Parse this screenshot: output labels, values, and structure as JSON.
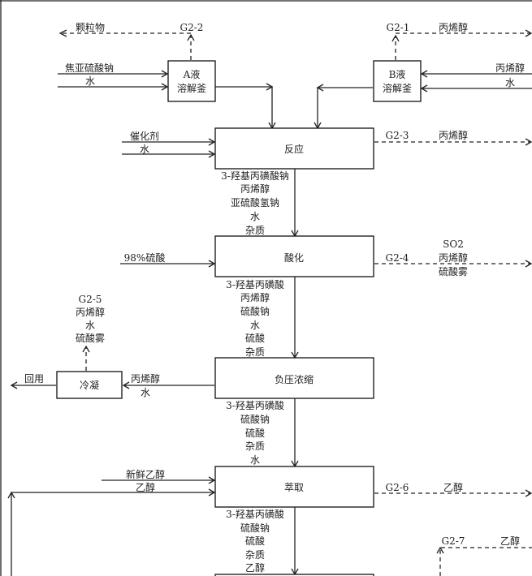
{
  "diagram": {
    "colors": {
      "line": "#222222",
      "box_border": "#111111",
      "text": "#222222",
      "background": "#ffffff"
    },
    "units": {
      "dissolver_a": {
        "line1": "A液",
        "line2": "溶解釜"
      },
      "dissolver_b": {
        "line1": "B液",
        "line2": "溶解釜"
      },
      "reaction": "反应",
      "acidification": "酸化",
      "vacuum_concentration": "负压浓缩",
      "condenser": "冷凝",
      "extraction": "萃取"
    },
    "inputs": {
      "dissolver_a": [
        "焦亚硫酸钠",
        "水"
      ],
      "dissolver_b": [
        "丙烯醇",
        "水"
      ],
      "reaction": [
        "催化剂",
        "水"
      ],
      "acidification": [
        "98%硫酸"
      ],
      "extraction": [
        "新鲜乙醇",
        "乙醇"
      ]
    },
    "emissions": {
      "g2_1": {
        "id": "G2-1",
        "items": [
          "丙烯醇"
        ]
      },
      "g2_2": {
        "id": "G2-2",
        "items": [
          "颗粒物"
        ]
      },
      "g2_3": {
        "id": "G2-3",
        "items": [
          "丙烯醇"
        ]
      },
      "g2_4": {
        "id": "G2-4",
        "items": [
          "SO2",
          "丙烯醇",
          "硫酸雾"
        ]
      },
      "g2_5": {
        "id": "G2-5",
        "items": [
          "丙烯醇",
          "水",
          "硫酸雾"
        ]
      },
      "g2_6": {
        "id": "G2-6",
        "items": [
          "乙醇"
        ]
      },
      "g2_7": {
        "id": "G2-7",
        "items": [
          "乙醇"
        ]
      }
    },
    "streams": {
      "reaction_to_acidification": [
        "3-羟基丙磺酸钠",
        "丙烯醇",
        "亚硫酸氢钠",
        "水",
        "杂质"
      ],
      "acidification_to_concentration": [
        "3-羟基丙磺酸",
        "丙烯醇",
        "硫酸钠",
        "水",
        "硫酸",
        "杂质"
      ],
      "concentration_to_condenser": [
        "丙烯醇",
        "水"
      ],
      "condenser_out": "回用",
      "concentration_to_extraction": [
        "3-羟基丙磺酸",
        "硫酸钠",
        "硫酸",
        "杂质",
        "水"
      ],
      "extraction_out": [
        "3-羟基丙磺酸",
        "硫酸钠",
        "硫酸",
        "杂质",
        "乙醇"
      ]
    }
  }
}
